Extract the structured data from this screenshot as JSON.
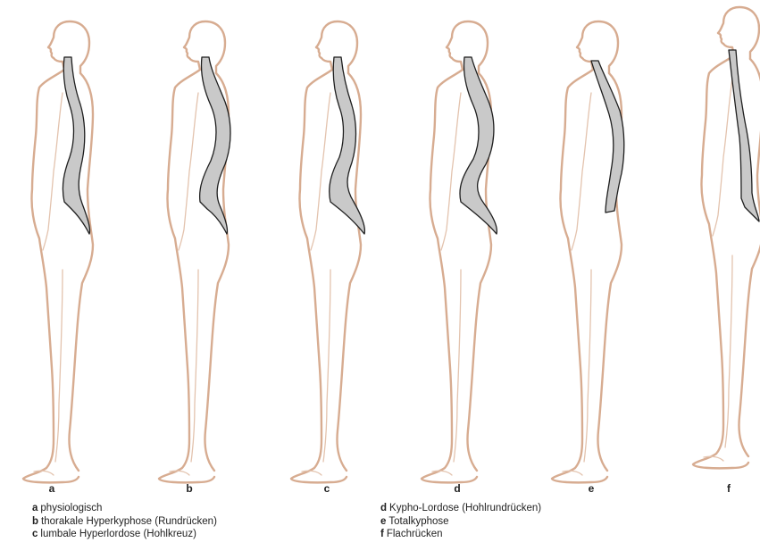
{
  "panels": [
    {
      "letter": "a",
      "label": "physiologisch"
    },
    {
      "letter": "b",
      "label": "thorakale Hyperkyphose (Rundrücken)"
    },
    {
      "letter": "c",
      "label": "lumbale Hyperlordose (Hohlkreuz)"
    },
    {
      "letter": "d",
      "label": "Kypho-Lordose (Hohlrundrücken)"
    },
    {
      "letter": "e",
      "label": "Totalkyphose"
    },
    {
      "letter": "f",
      "label": "Flachrücken"
    }
  ],
  "colors": {
    "skin_outline": "#d7ac91",
    "spine_fill": "#c9c9c9",
    "spine_stroke": "#1f1f1f"
  },
  "icons": [
    "standing-human-silhouette",
    "spine-curve"
  ]
}
